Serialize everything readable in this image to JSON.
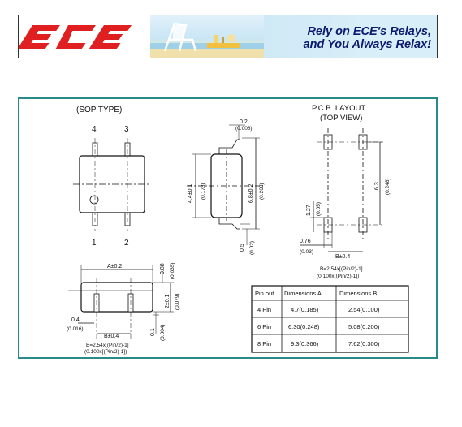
{
  "header": {
    "logo_text": "ECE",
    "tagline_line1": "Rely on ECE's Relays,",
    "tagline_line2": "and You Always Relax!"
  },
  "diagram": {
    "sop_title": "(SOP TYPE)",
    "pin_labels": {
      "p4": "4",
      "p3": "3",
      "p1": "1",
      "p2": "2"
    },
    "pcb_title_1": "P.C.B. LAYOUT",
    "pcb_title_2": "(TOP VIEW)",
    "dims": {
      "lead_w_mm": "0.2",
      "lead_w_in": "(0.008)",
      "body_w_mm": "4.4±0.1",
      "body_w_in": "(0.173)",
      "span_mm": "6.8±0.2",
      "span_in": "(0.268)",
      "standoff_mm": "0.5",
      "standoff_in": "(0.02)",
      "pcb_span_mm": "6.3",
      "pcb_span_in": "(0.248)",
      "pcb_pad_mm": "1.27",
      "pcb_pad_in": "(0.05)",
      "pcb_padw_mm": "0.76",
      "pcb_padw_in": "(0.03)",
      "pcb_b": "B±0.4",
      "pcb_formula_1": "B=2.54x[(Pin/2)-1]",
      "pcb_formula_2": "(0.100x[(Pin/2)-1])",
      "len_a": "A±0.2",
      "height_mm": "0.88",
      "height_in": "(0.035)",
      "height2_mm": "2±0.1",
      "height2_in": "(0.079)",
      "lead_t_mm": "0.4",
      "lead_t_in": "(0.016)",
      "gap_mm": "0.1",
      "gap_in": "(0.004)",
      "side_b": "B±0.4",
      "side_formula_1": "B=2.54x[(Pin/2)-1]",
      "side_formula_2": "(0.100x[(Pin/2)-1])"
    },
    "table": {
      "headers": [
        "Pin  out",
        "Dimensions  A",
        "Dimensions  B"
      ],
      "rows": [
        [
          "4  Pin",
          "4.7(0.185)",
          "2.54(0.100)"
        ],
        [
          "6  Pin",
          "6.30(0.248)",
          "5.08(0.200)"
        ],
        [
          "8  Pin",
          "9.3(0.366)",
          "7.62(0.300)"
        ]
      ]
    }
  },
  "colors": {
    "frame": "#2a8a8a",
    "logo_red": "#e02020",
    "tagline_blue": "#0a1a6e"
  }
}
